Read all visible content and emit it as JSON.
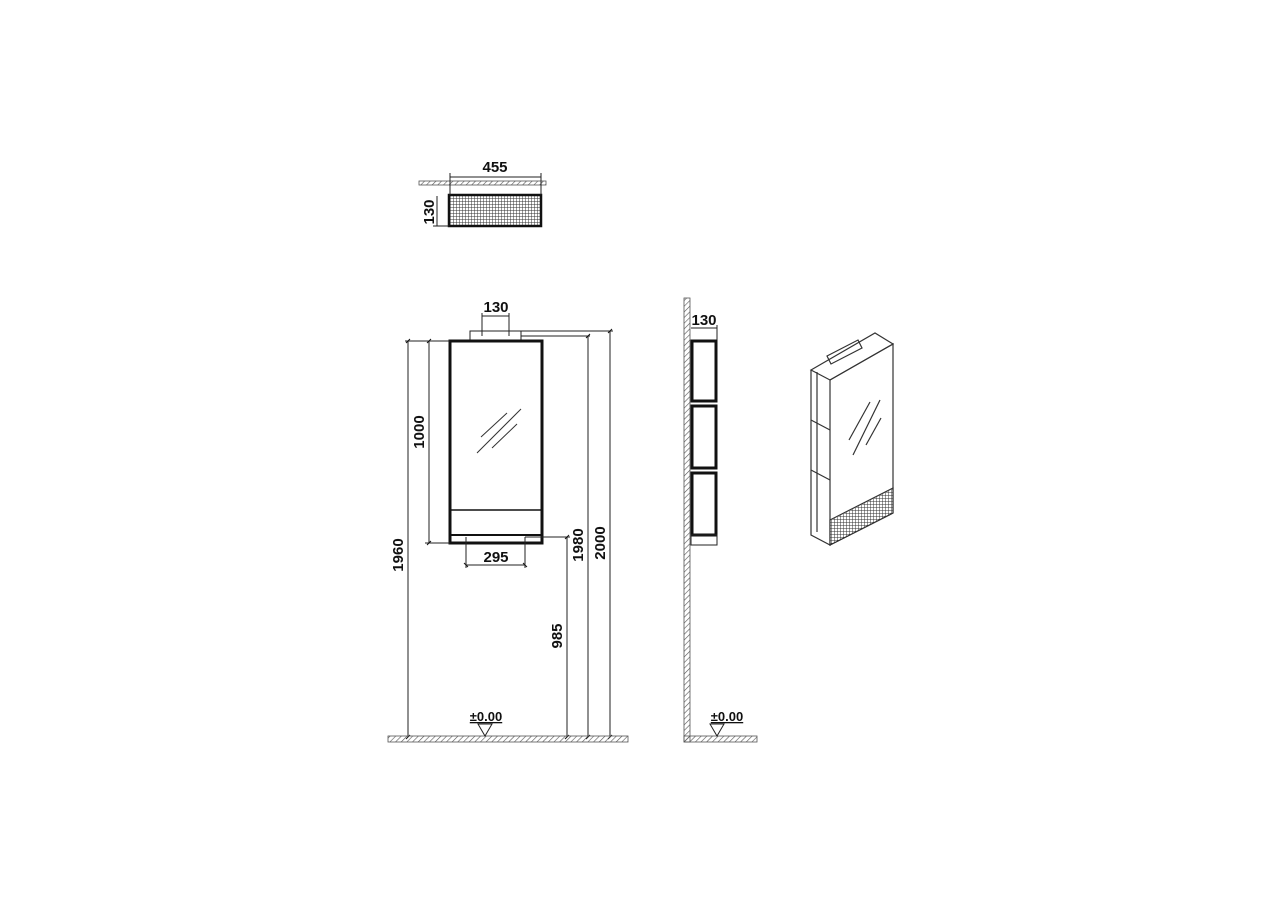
{
  "top_view": {
    "width_label": "455",
    "depth_label": "130"
  },
  "front_view": {
    "bracket_label": "130",
    "height_1960": "1960",
    "height_1000": "1000",
    "height_1980": "1980",
    "height_2000": "2000",
    "height_985": "985",
    "width_295": "295",
    "level_label": "±0.00"
  },
  "side_view": {
    "depth_label": "130",
    "level_label": "±0.00"
  },
  "colors": {
    "line": "#111111",
    "hatch": "#555555"
  }
}
